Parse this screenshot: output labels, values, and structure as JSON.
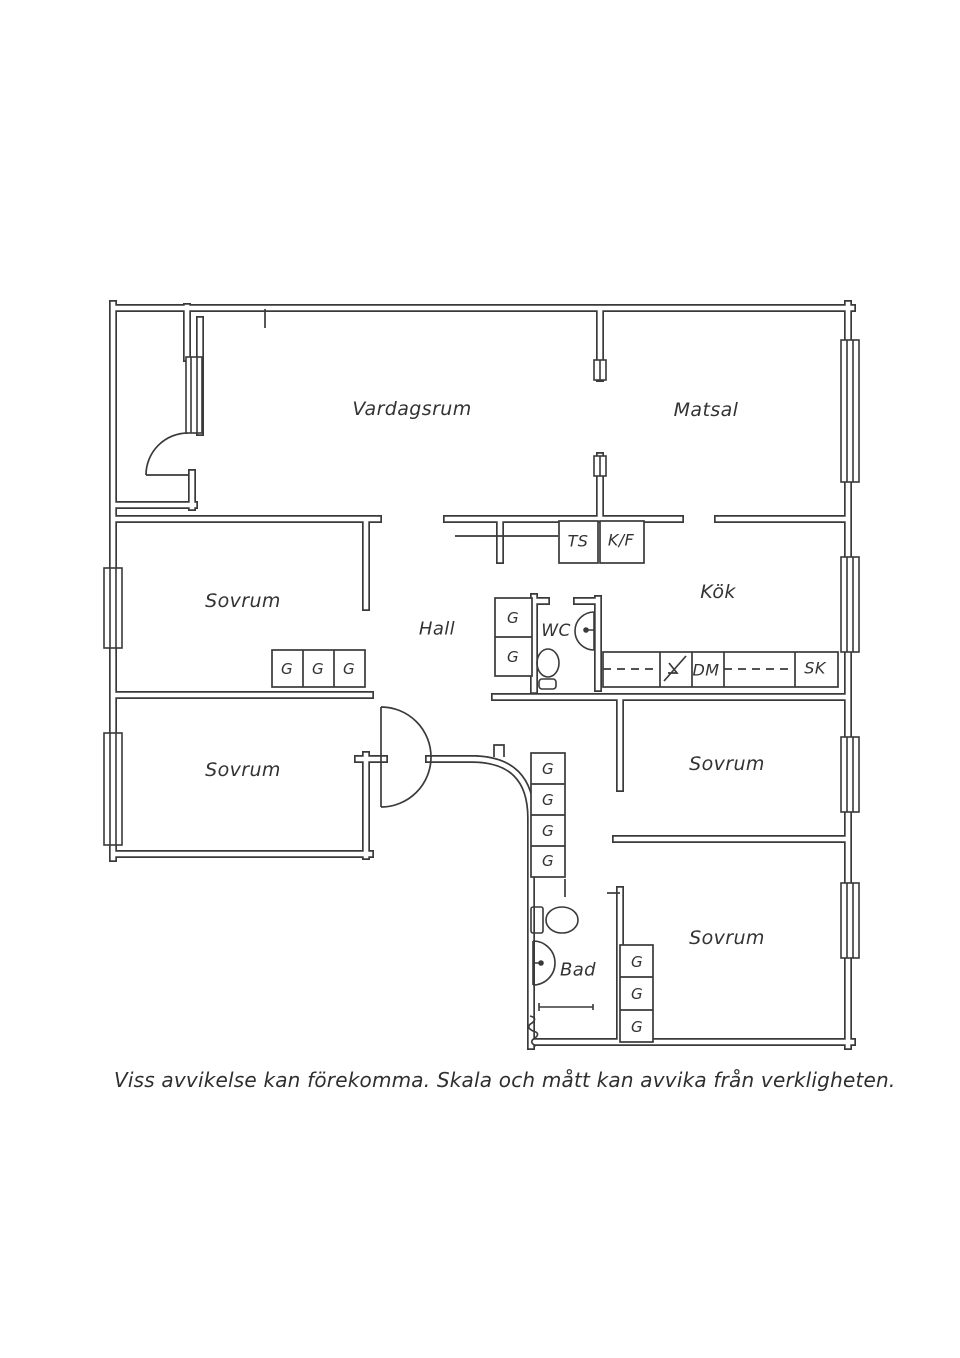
{
  "plan": {
    "caption": "Viss avvikelse kan förekomma. Skala och mått kan avvika från verkligheten.",
    "rooms": {
      "vardagsrum": "Vardagsrum",
      "matsal": "Matsal",
      "kok": "Kök",
      "hall": "Hall",
      "wc": "WC",
      "bad": "Bad",
      "sovrum_nw": "Sovrum",
      "sovrum_sw": "Sovrum",
      "sovrum_east": "Sovrum",
      "sovrum_se": "Sovrum"
    },
    "appliances": {
      "ts": "TS",
      "kf": "K/F",
      "dm": "DM",
      "sk": "SK"
    },
    "closet": "G",
    "closet_groups": [
      {
        "location": "hall",
        "count": 2
      },
      {
        "location": "sovrum_nw",
        "count": 3
      },
      {
        "location": "bad_corridor",
        "count": 4
      },
      {
        "location": "sovrum_se",
        "count": 3
      }
    ],
    "colors": {
      "line": "#3a3a3a",
      "background": "#ffffff"
    }
  }
}
